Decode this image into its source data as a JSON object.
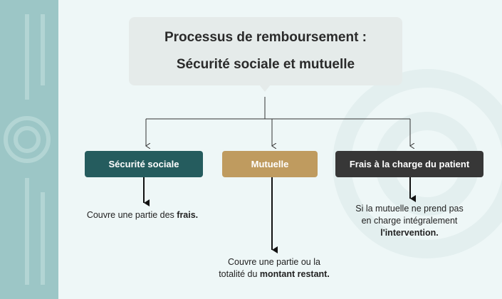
{
  "title": {
    "line1": "Processus de remboursement :",
    "line2": "Sécurité sociale et mutuelle"
  },
  "nodes": {
    "securite": "Sécurité sociale",
    "mutuelle": "Mutuelle",
    "frais": "Frais à la charge du patient"
  },
  "descriptions": {
    "securite": {
      "normal": "Couvre une partie des ",
      "bold": "frais."
    },
    "mutuelle": {
      "line1": "Couvre une partie ou la",
      "line2_normal": "totalité du ",
      "line2_bold": "montant restant."
    },
    "frais": {
      "line1": "Si la mutuelle ne prend pas",
      "line2": "en charge intégralement",
      "bold": "l'intervention."
    }
  },
  "colors": {
    "band": "#9cc6c6",
    "background": "#eef7f7",
    "securite": "#255c5e",
    "mutuelle": "#bf9b5f",
    "frais": "#373737"
  }
}
